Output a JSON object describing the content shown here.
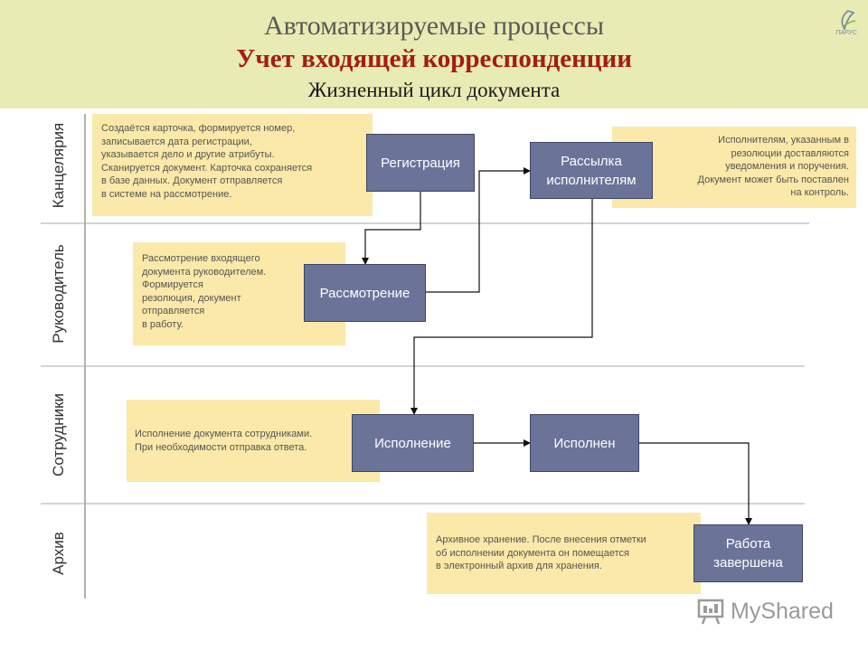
{
  "header": {
    "title": "Автоматизируемые процессы",
    "subtitle": "Учет входящей корреспонденции",
    "subtitle2": "Жизненный цикл документа",
    "logo_text": "ПАРУС"
  },
  "lanes": [
    {
      "label": "Канцелярия"
    },
    {
      "label": "Руководитель"
    },
    {
      "label": "Сотрудники"
    },
    {
      "label": "Архив"
    }
  ],
  "notes": {
    "registration": "Создаётся карточка, формируется номер,\nзаписывается дата регистрации,\nуказывается дело и другие атрибуты.\nСканируется документ. Карточка сохраняется\nв базе данных. Документ отправляется\nв системе на рассмотрение.",
    "review": "Рассмотрение входящего\nдокумента руководителем.\nФормируется\nрезолюция, документ\nотправляется\nв работу.",
    "distribution": "Исполнителям, указанным в\nрезолюции доставляются\nуведомления и поручения.\nДокумент может быть поставлен\nна контроль.",
    "execution": "Исполнение документа сотрудниками.\nПри необходимости отправка ответа.",
    "archive": "Архивное хранение. После внесения отметки\nоб исполнении документа он помещается\nв электронный архив для хранения."
  },
  "processes": {
    "registration": "Регистрация",
    "review": "Рассмотрение",
    "distribution": "Рассылка\nисполнителям",
    "execution": "Исполнение",
    "executed": "Исполнен",
    "done": "Работа\nзавершена"
  },
  "watermark": {
    "text": "MyShared",
    "icon": "presentation-board-icon"
  },
  "colors": {
    "header_bg": "#e8ebb3",
    "title_accent": "#a51c14",
    "note_bg": "#fae9a8",
    "process_bg": "#6c7398"
  }
}
